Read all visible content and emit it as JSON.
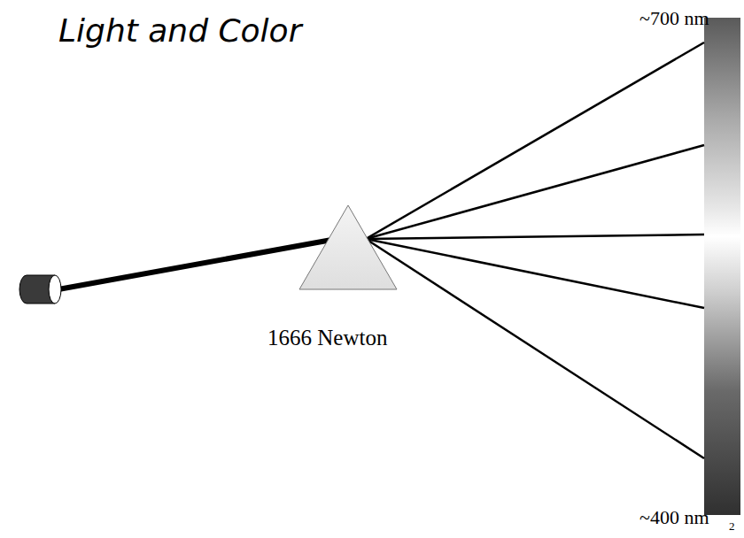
{
  "diagram": {
    "title": "Light and Color",
    "labels": [
      "~700 nm",
      "1666 Newton",
      "~400 nm",
      "2"
    ]
  }
}
